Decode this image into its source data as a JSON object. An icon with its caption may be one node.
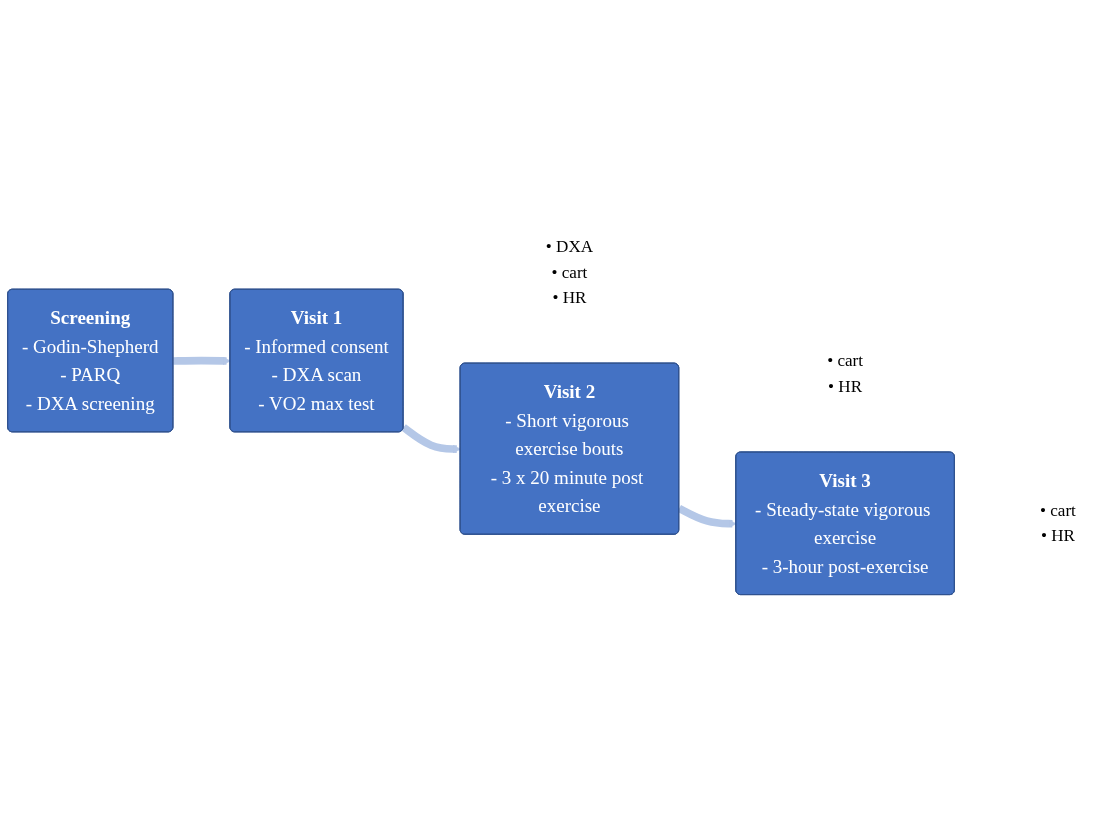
{
  "diagram": {
    "nodes": [
      {
        "text": [
          "Screening",
          "- Godin-Shepherd",
          "- PARQ",
          "- DXA screening"
        ]
      },
      {
        "text": [
          "Visit 1",
          "- Informed consent",
          "- DXA scan",
          "- VO2 max test"
        ],
        "beside": [
          "• DXA",
          "• cart",
          "• HR"
        ]
      },
      {
        "text": [
          "Visit 2",
          "- Short vigorous exercise bouts",
          "- 3 x 20 minute post exercise"
        ],
        "beside": [
          "• cart",
          "• HR"
        ]
      },
      {
        "text": [
          "Visit 3",
          "- Steady-state vigorous exercise",
          "- 3-hour post-exercise"
        ],
        "beside": [
          "• cart",
          "• HR"
        ]
      }
    ],
    "edges": [
      {
        "from": 0,
        "to": 1,
        "arrow": "to"
      },
      {
        "from": 1,
        "to": 2,
        "arrow": "to"
      },
      {
        "from": 2,
        "to": 3,
        "arrow": "to"
      }
    ]
  }
}
